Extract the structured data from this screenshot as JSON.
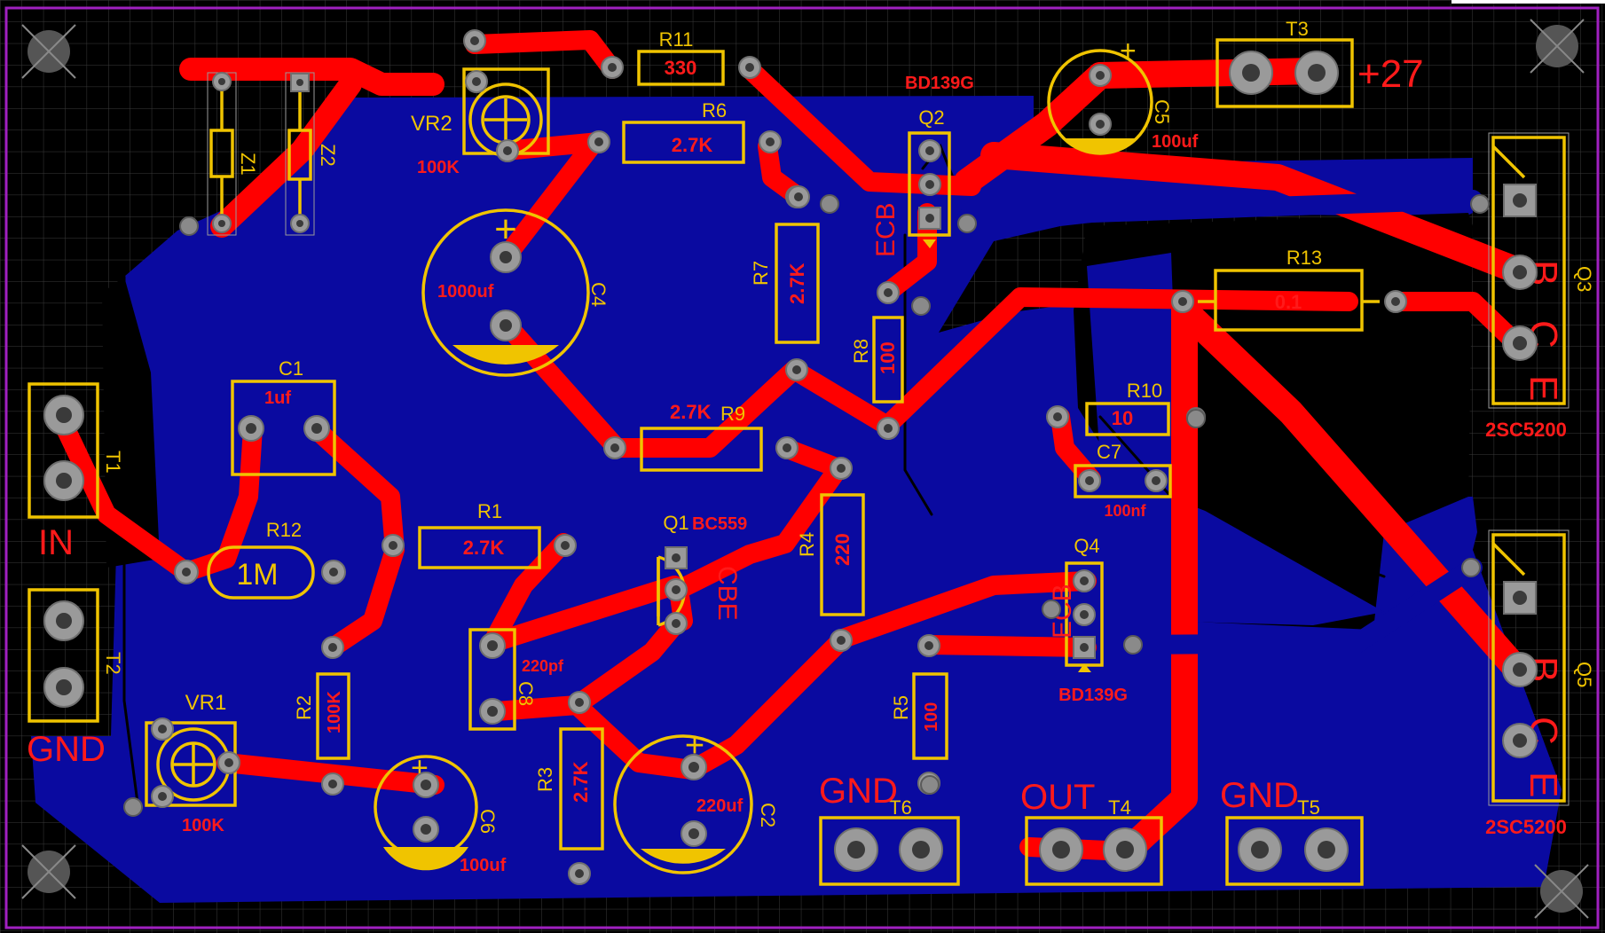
{
  "board": {
    "colors": {
      "background": "#000000",
      "copper_bottom": "#0a0aa0",
      "copper_top": "#ff0000",
      "silkscreen": "#f0c400",
      "pad": "#9a9a9a",
      "outline": "#a020c0"
    }
  },
  "designators": {
    "R11": "R11",
    "R6": "R6",
    "R7": "R7",
    "R8": "R8",
    "R9": "R9",
    "R10": "R10",
    "R13": "R13",
    "R12": "R12",
    "R1": "R1",
    "R2": "R2",
    "R3": "R3",
    "R4": "R4",
    "R5": "R5",
    "C1": "C1",
    "C2": "C2",
    "C4": "C4",
    "C5": "C5",
    "C6": "C6",
    "C7": "C7",
    "C8": "C8",
    "Q1": "Q1",
    "Q2": "Q2",
    "Q3": "Q3",
    "Q4": "Q4",
    "Q5": "Q5",
    "T1": "T1",
    "T2": "T2",
    "T3": "T3",
    "T4": "T4",
    "T5": "T5",
    "T6": "T6",
    "VR1": "VR1",
    "VR2": "VR2",
    "Z1": "Z1",
    "Z2": "Z2"
  },
  "values": {
    "R11": "330",
    "R6": "2.7K",
    "R7": "2.7K",
    "R8": "100",
    "R9": "2.7K",
    "R10": "10",
    "R13": "0.1",
    "R12": "1M",
    "R1": "2.7K",
    "R2": "100K",
    "R3": "2.7K",
    "R4": "220",
    "R5": "100",
    "C1": "1uf",
    "C2": "220uf",
    "C4": "1000uf",
    "C5": "100uf",
    "C6": "100uf",
    "C7": "100nf",
    "C8": "220pf",
    "VR1": "100K",
    "VR2": "100K"
  },
  "part_numbers": {
    "Q1": "BC559",
    "Q2": "BD139G",
    "Q4": "BD139G",
    "Q3": "2SC5200",
    "Q5": "2SC5200"
  },
  "pinouts": {
    "Q1": "CBE",
    "Q2": "ECB",
    "Q4": "ECB",
    "Q3": [
      "B",
      "C",
      "E"
    ],
    "Q5": [
      "B",
      "C",
      "E"
    ]
  },
  "terminals": {
    "T1": "IN",
    "T2": "GND",
    "T3": "+27",
    "T4": "OUT",
    "T5": "GND",
    "T6": "GND"
  },
  "polarity_mark": "+"
}
